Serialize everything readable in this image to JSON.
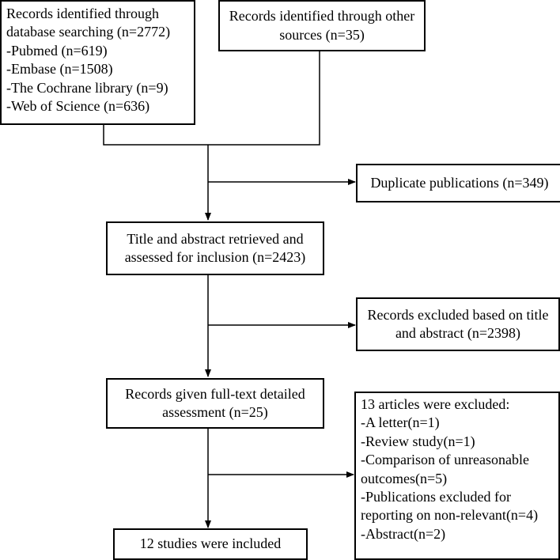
{
  "boxes": {
    "database": {
      "lines": [
        "Records identified through",
        "database searching (n=2772)",
        "-Pubmed (n=619)",
        "-Embase (n=1508)",
        "-The Cochrane library (n=9)",
        "-Web of Science (n=636)"
      ]
    },
    "other_sources": {
      "lines": [
        "Records identified through other",
        "sources (n=35)"
      ]
    },
    "duplicates": {
      "lines": [
        "Duplicate publications (n=349)"
      ]
    },
    "screened": {
      "lines": [
        "Title and abstract retrieved and",
        "assessed for inclusion (n=2423)"
      ]
    },
    "excluded_title": {
      "lines": [
        "Records excluded based on title",
        "and abstract (n=2398)"
      ]
    },
    "fulltext": {
      "lines": [
        "Records given full-text detailed",
        "assessment (n=25)"
      ]
    },
    "excluded_fulltext": {
      "lines": [
        "13 articles were excluded:",
        "-A letter(n=1)",
        "-Review study(n=1)",
        "-Comparison of unreasonable",
        "outcomes(n=5)",
        "-Publications excluded for",
        "reporting on non-relevant(n=4)",
        "-Abstract(n=2)"
      ]
    },
    "included": {
      "lines": [
        "12 studies were included"
      ]
    }
  }
}
